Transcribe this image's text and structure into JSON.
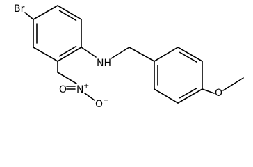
{
  "molecule": {
    "atom_labels": {
      "bromine": "Br",
      "amine": "NH",
      "nitro_nitrogen": "N",
      "nitro_nitrogen_charge": "+",
      "nitro_oxygen": "O",
      "nitro_oxygen_charge": "−",
      "methoxy_oxygen": "O"
    }
  }
}
